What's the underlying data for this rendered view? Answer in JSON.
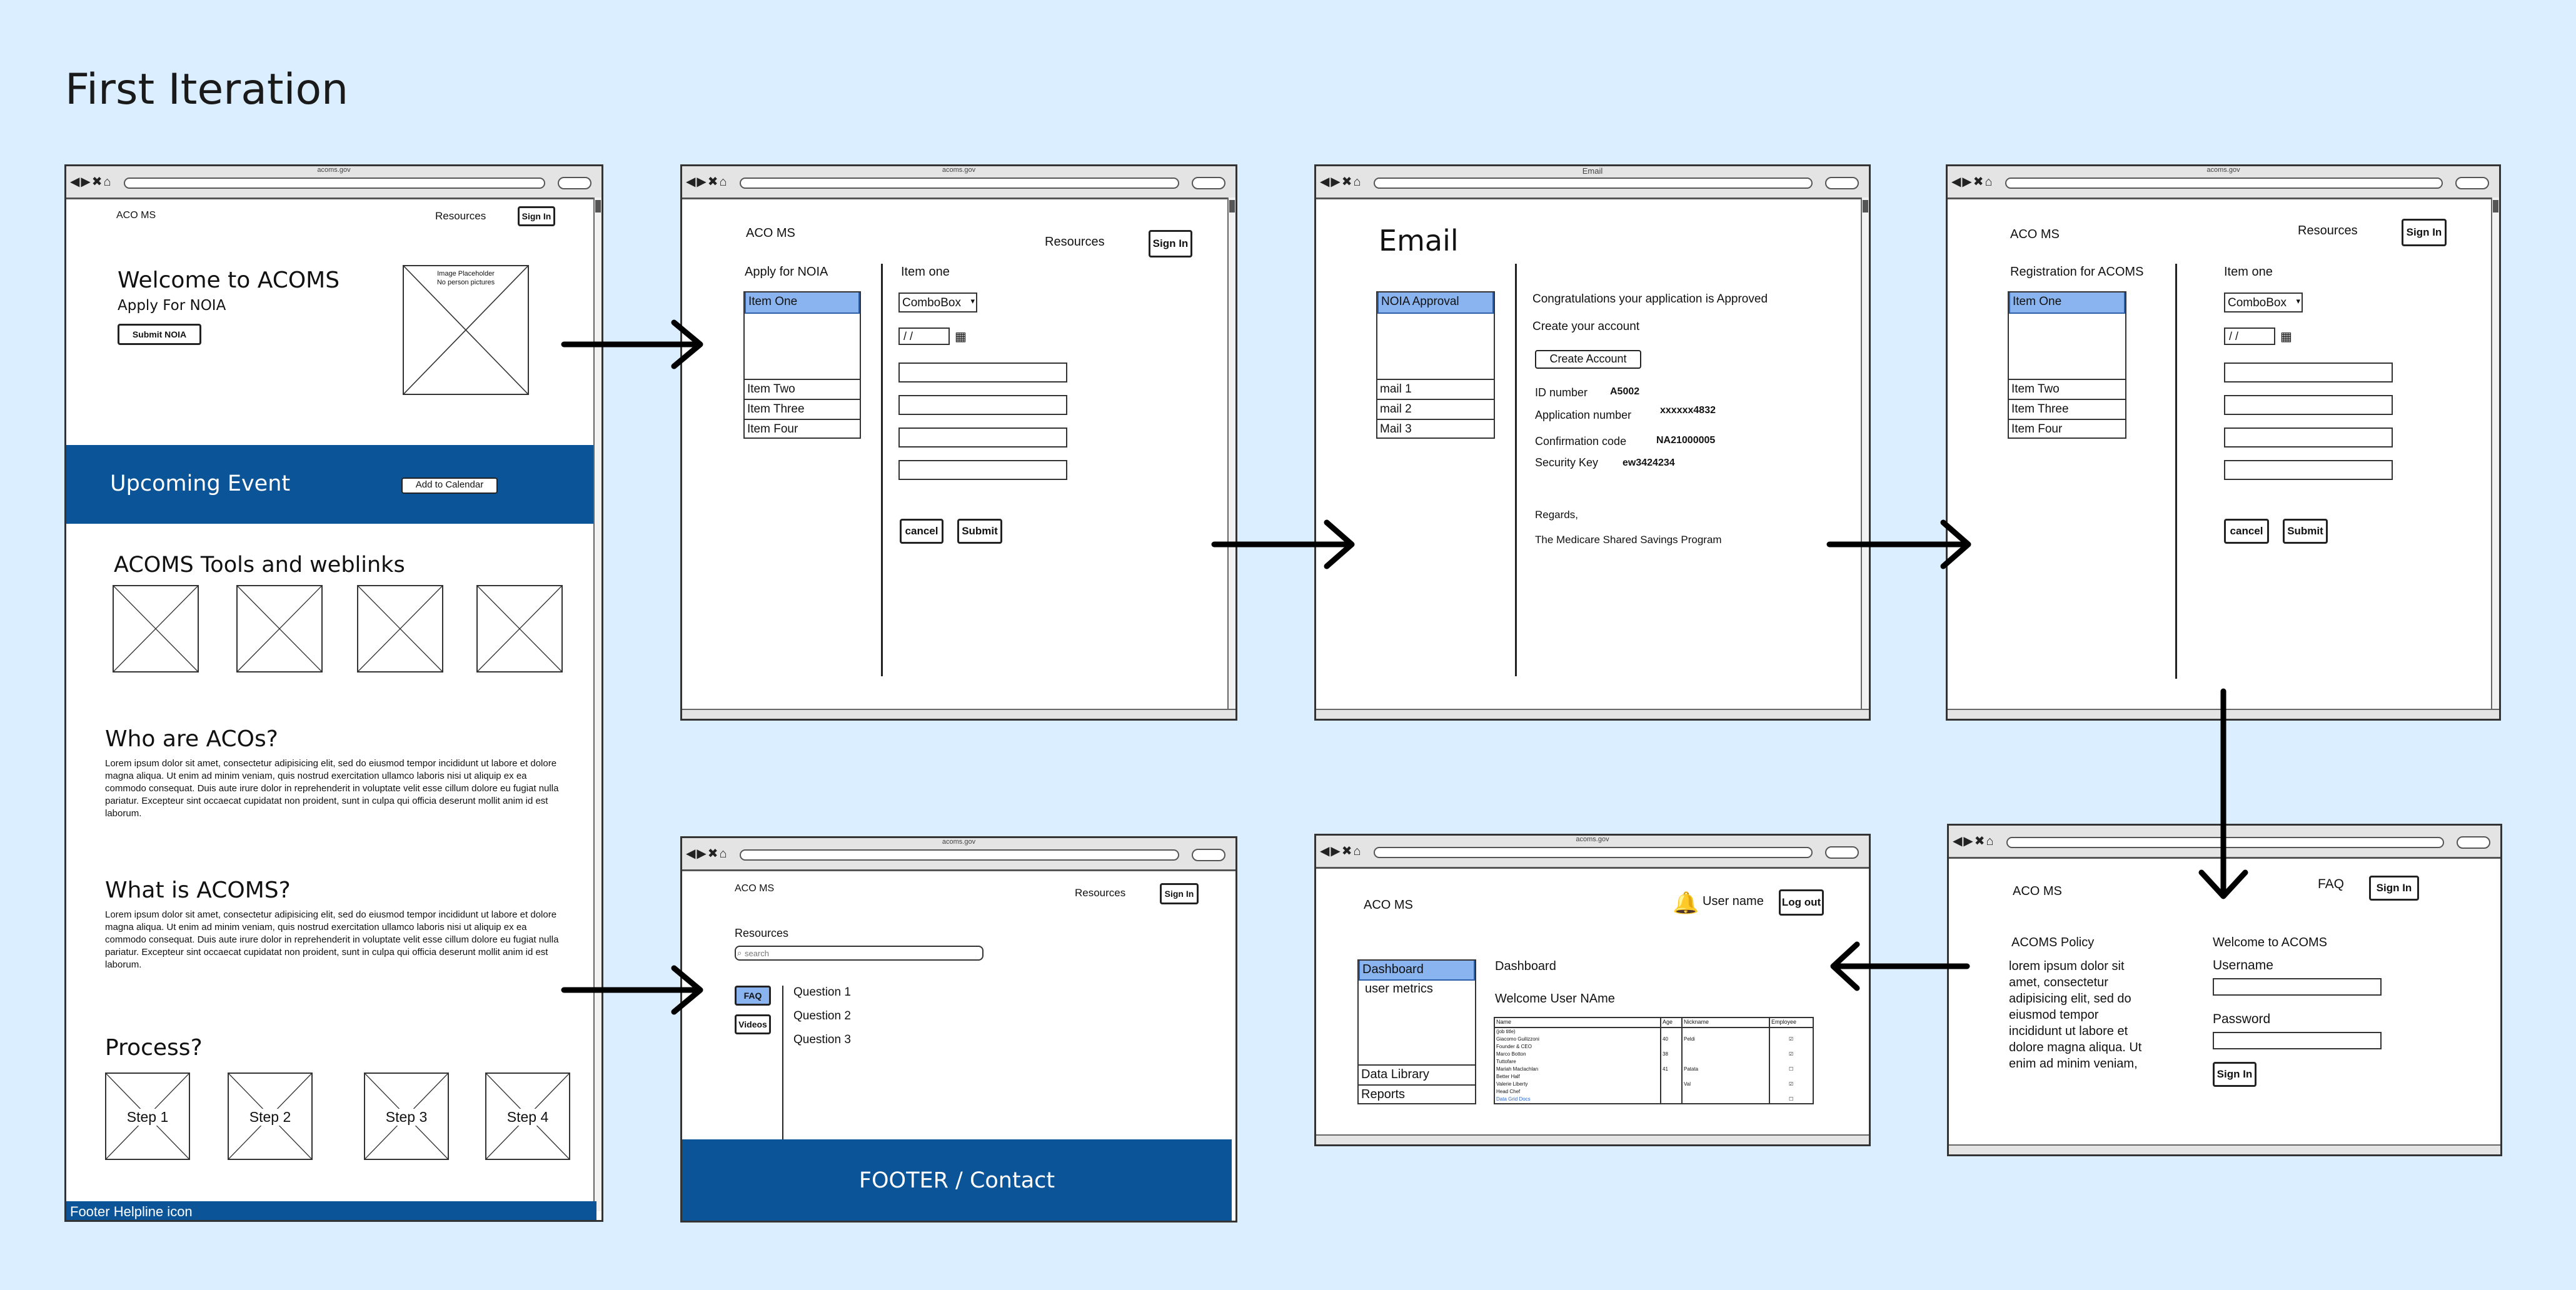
{
  "page": {
    "title": "First Iteration"
  },
  "screen1": {
    "bar_title": "acoms.gov",
    "logo": "ACO MS",
    "resources": "Resources",
    "sign_in": "Sign In",
    "welcome": "Welcome to ACOMS",
    "apply": "Apply For NOIA",
    "submit": "Submit NOIA",
    "image_placeholder_1": "Image Placeholder",
    "image_placeholder_2": "No person pictures",
    "upcoming": "Upcoming Event",
    "add_calendar": "Add to Calendar",
    "tools_heading": "ACOMS Tools and weblinks",
    "who_heading": "Who are ACOs?",
    "who_text": "Lorem ipsum dolor sit amet, consectetur adipisicing elit, sed do eiusmod tempor incididunt ut labore et dolore magna aliqua. Ut enim ad minim veniam, quis nostrud exercitation ullamco laboris nisi ut aliquip ex ea commodo consequat. Duis aute irure dolor in reprehenderit in voluptate velit esse cillum dolore eu fugiat nulla pariatur. Excepteur sint occaecat cupidatat non proident, sunt in culpa qui officia deserunt mollit anim id est laborum.",
    "what_heading": "What is ACOMS?",
    "what_text": "Lorem ipsum dolor sit amet, consectetur adipisicing elit, sed do eiusmod tempor incididunt ut labore et dolore magna aliqua. Ut enim ad minim veniam, quis nostrud exercitation ullamco laboris nisi ut aliquip ex ea commodo consequat. Duis aute irure dolor in reprehenderit in voluptate velit esse cillum dolore eu fugiat nulla pariatur. Excepteur sint occaecat cupidatat non proident, sunt in culpa qui officia deserunt mollit anim id est laborum.",
    "process_heading": "Process?",
    "steps": [
      "Step 1",
      "Step 2",
      "Step 3",
      "Step 4"
    ],
    "footer": "Footer Helpline icon"
  },
  "screen2": {
    "bar_title": "acoms.gov",
    "logo": "ACO MS",
    "resources": "Resources",
    "sign_in": "Sign In",
    "heading": "Apply for NOIA",
    "items": [
      "Item One",
      "Item Two",
      "Item Three",
      "Item Four"
    ],
    "item_label": "Item one",
    "combo": "ComboBox",
    "date": " /  /",
    "cancel": "cancel",
    "submit": "Submit"
  },
  "screen3": {
    "bar_title": "Email",
    "heading": "Email",
    "items": [
      "NOIA Approval",
      "mail 1",
      "mail 2",
      "Mail 3"
    ],
    "congrats": "Congratulations your application is  Approved",
    "create_text": "Create your account",
    "create_btn": "Create Account",
    "id_label": "ID number",
    "id_value": "A5002",
    "app_label": "Application number",
    "app_value": "xxxxxx4832",
    "conf_label": "Confirmation code",
    "conf_value": "NA21000005",
    "key_label": "Security Key",
    "key_value": "ew3424234",
    "regards": "Regards,",
    "signature": "The Medicare Shared Savings Program"
  },
  "screen4": {
    "bar_title": "acoms.gov",
    "logo": "ACO MS",
    "resources": "Resources",
    "sign_in": "Sign In",
    "heading": "Registration for ACOMS",
    "items": [
      "Item One",
      "Item Two",
      "Item Three",
      "Item Four"
    ],
    "item_label": "Item one",
    "combo": "ComboBox",
    "date": " /  /",
    "cancel": "cancel",
    "submit": "Submit"
  },
  "screen5": {
    "bar_title": "",
    "logo": "ACO MS",
    "faq": "FAQ",
    "sign_in": "Sign In",
    "policy_heading": "ACOMS Policy",
    "policy_text": "lorem ipsum dolor sit amet, consectetur adipisicing elit, sed do eiusmod tempor incididunt ut labore et dolore magna aliqua. Ut enim ad minim veniam,",
    "welcome": "Welcome to ACOMS",
    "username": "Username",
    "password": "Password",
    "signin_btn": "Sign In"
  },
  "screen6": {
    "bar_title": "acoms.gov",
    "logo": "ACO MS",
    "user_name": "User name",
    "logout": "Log out",
    "nav": [
      "Dashboard",
      "user metrics",
      "Data Library",
      "Reports"
    ],
    "heading": "Dashboard",
    "welcome": "Welcome User NAme",
    "table_headers": [
      "Name",
      "Age",
      "Nickname",
      "Employee"
    ],
    "table_rows": [
      [
        "(job title)",
        "",
        "",
        ""
      ],
      [
        "Giacomo Guilizzoni",
        "40",
        "Peldi",
        "on"
      ],
      [
        "Founder & CEO",
        "",
        "",
        ""
      ],
      [
        "Marco Botton",
        "38",
        "",
        "on"
      ],
      [
        "Tuttofare",
        "",
        "",
        ""
      ],
      [
        "Mariah Maclachlan",
        "41",
        "Patata",
        "off"
      ],
      [
        "Better Half",
        "",
        "",
        ""
      ],
      [
        "Valerie Liberty",
        "",
        "Val",
        "on"
      ],
      [
        "Head Chef",
        "",
        "",
        ""
      ],
      [
        "Data Grid Docs",
        "",
        "",
        "off"
      ]
    ]
  },
  "screen7": {
    "bar_title": "acoms.gov",
    "logo": "ACO MS",
    "resources": "Resources",
    "sign_in": "Sign In",
    "resources_heading": "Resources",
    "search_placeholder": "search",
    "tabs": [
      "FAQ",
      "Videos"
    ],
    "questions": [
      "Question 1",
      "Question 2",
      "Question 3"
    ],
    "footer": "FOOTER / Contact"
  },
  "colors": {
    "background": "#dbeeff",
    "brand_band": "#0b5498",
    "selected": "#8ab4ef"
  }
}
